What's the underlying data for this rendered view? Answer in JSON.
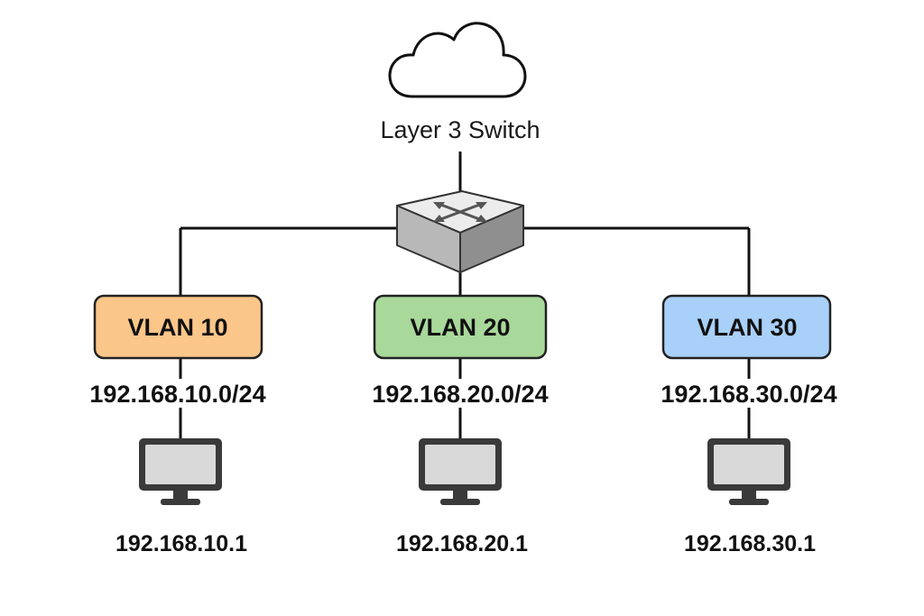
{
  "internet": {
    "icon": "cloud-icon"
  },
  "switch": {
    "label": "Layer 3 Switch",
    "icon": "layer3-switch-icon"
  },
  "vlans": [
    {
      "name": "VLAN 10",
      "subnet": "192.168.10.0/24",
      "host": "192.168.10.1",
      "color": "#fbc68a"
    },
    {
      "name": "VLAN 20",
      "subnet": "192.168.20.0/24",
      "host": "192.168.20.1",
      "color": "#a8d89a"
    },
    {
      "name": "VLAN 30",
      "subnet": "192.168.30.0/24",
      "host": "192.168.30.1",
      "color": "#a9d0f8"
    }
  ],
  "colors": {
    "line": "#111111",
    "switch_top": "#ececec",
    "switch_side": "#9e9e9e",
    "monitor_screen": "#d9d9d9",
    "monitor_frame": "#3a3a3a"
  }
}
